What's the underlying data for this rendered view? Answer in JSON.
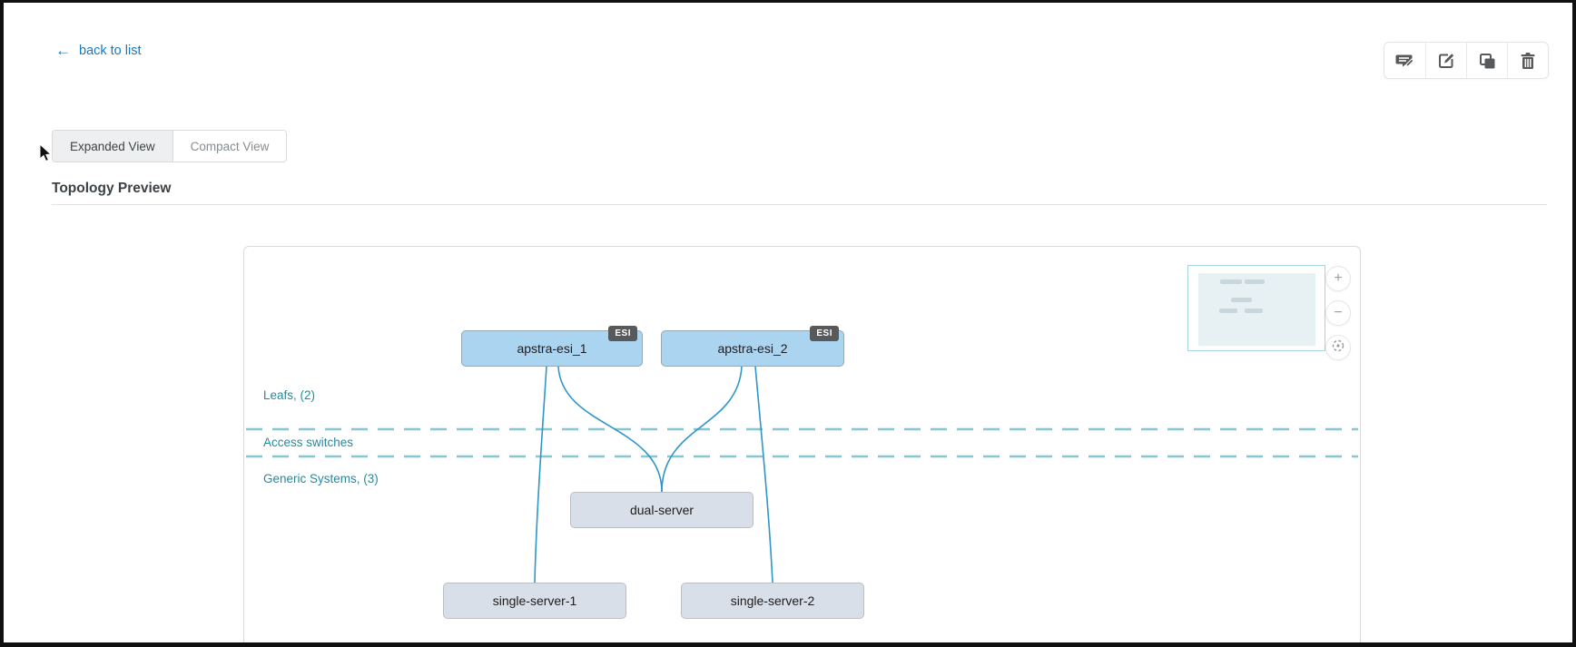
{
  "header": {
    "back_arrow": "←",
    "back_label": "back to list"
  },
  "toolbar": {
    "icons": [
      "note-edit-icon",
      "edit-icon",
      "clone-icon",
      "trash-icon"
    ]
  },
  "tabs": [
    {
      "label": "Expanded View",
      "active": true
    },
    {
      "label": "Compact View",
      "active": false
    }
  ],
  "section": {
    "title": "Topology Preview"
  },
  "topology": {
    "layers": [
      {
        "label": "Leafs, (2)"
      },
      {
        "label": "Access switches"
      },
      {
        "label": "Generic Systems, (3)"
      }
    ],
    "nodes": [
      {
        "label": "apstra-esi_1",
        "type": "leaf",
        "badge": "ESI"
      },
      {
        "label": "apstra-esi_2",
        "type": "leaf",
        "badge": "ESI"
      },
      {
        "label": "dual-server",
        "type": "generic"
      },
      {
        "label": "single-server-1",
        "type": "generic"
      },
      {
        "label": "single-server-2",
        "type": "generic"
      }
    ],
    "links": [
      {
        "source": "apstra-esi_1",
        "target": "single-server-1"
      },
      {
        "source": "apstra-esi_1",
        "target": "dual-server"
      },
      {
        "source": "apstra-esi_2",
        "target": "dual-server"
      },
      {
        "source": "apstra-esi_2",
        "target": "single-server-2"
      }
    ],
    "colors": {
      "leaf_fill": "#aad4f0",
      "generic_fill": "#d9dfe8",
      "link_line": "#2e96c8",
      "layer_dash": "#86c6d2",
      "layer_text": "#268a9c",
      "badge_bg": "#58595b",
      "accent_link": "#1779bd"
    }
  },
  "minimap": {
    "controls": {
      "zoom_in": "+",
      "zoom_out": "−",
      "center_icon": "crosshair-icon"
    }
  }
}
